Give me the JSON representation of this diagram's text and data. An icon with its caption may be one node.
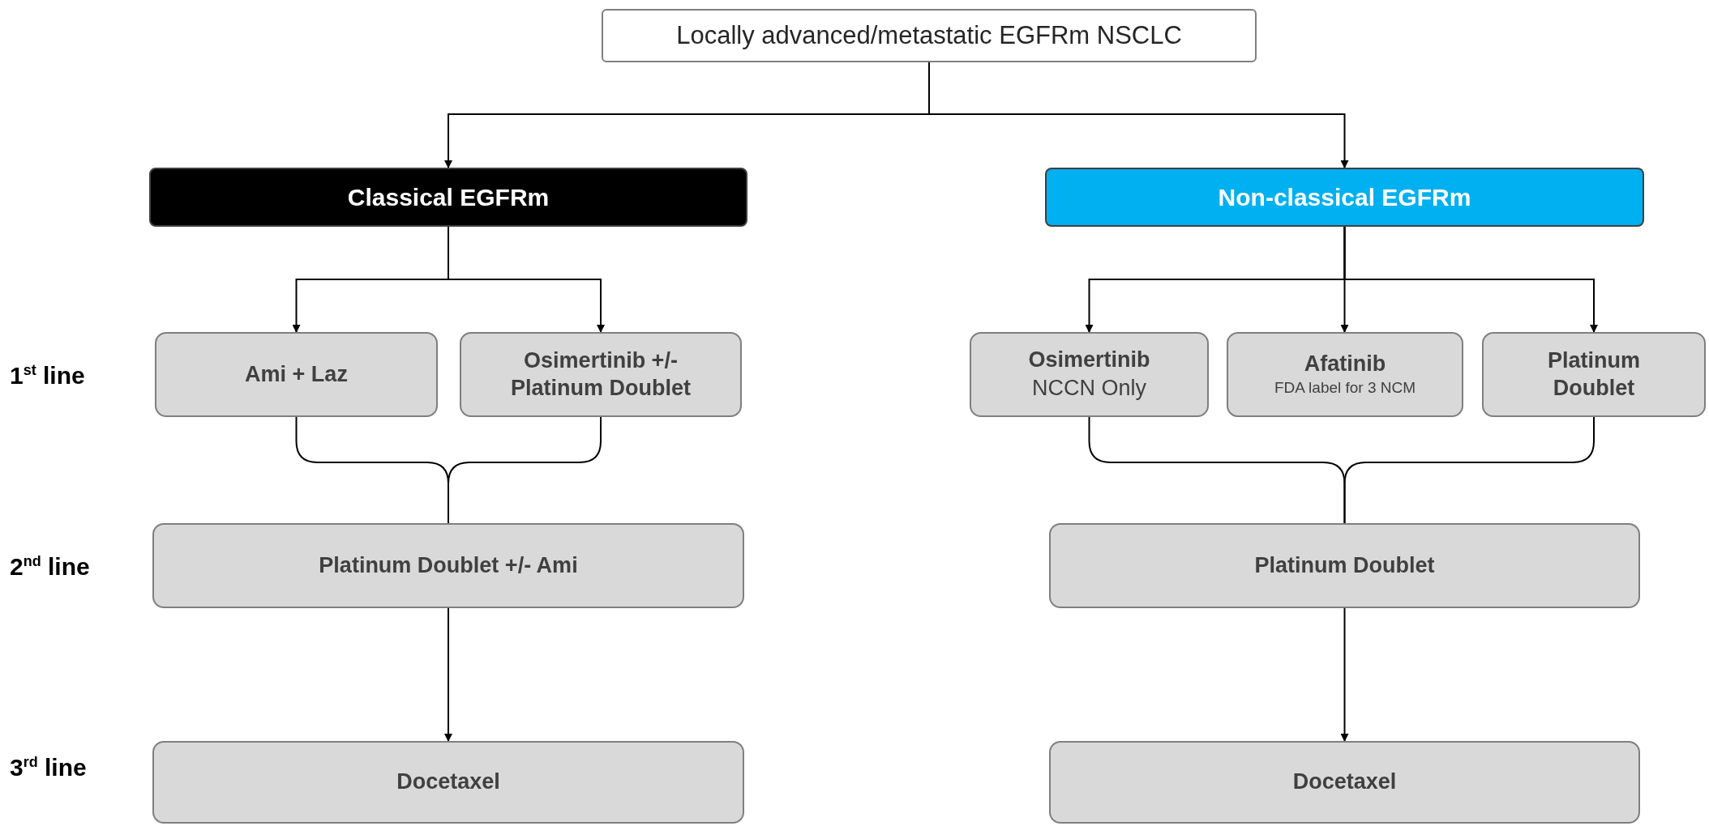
{
  "diagram": {
    "nodes": [
      {
        "text": [
          "Locally advanced/metastatic EGFRm NSCLC"
        ]
      },
      {
        "text": [
          "Classical EGFRm"
        ]
      },
      {
        "text": [
          "Non-classical EGFRm"
        ]
      },
      {
        "text": [
          "Ami + Laz"
        ]
      },
      {
        "text": [
          "Osimertinib +/- Platinum Doublet"
        ]
      },
      {
        "text": [
          "Osimertinib",
          "NCCN Only"
        ]
      },
      {
        "text": [
          "Afatinib",
          "FDA label for 3 NCM"
        ]
      },
      {
        "text": [
          "Platinum Doublet"
        ]
      },
      {
        "text": [
          "Platinum Doublet +/- Ami"
        ]
      },
      {
        "text": [
          "Platinum Doublet"
        ]
      },
      {
        "text": [
          "Docetaxel"
        ]
      },
      {
        "text": [
          "Docetaxel"
        ]
      }
    ],
    "edges": [
      {
        "from": 0,
        "to": 1,
        "arrow": "to"
      },
      {
        "from": 0,
        "to": 2,
        "arrow": "to"
      },
      {
        "from": 1,
        "to": 3,
        "arrow": "to"
      },
      {
        "from": 1,
        "to": 4,
        "arrow": "to"
      },
      {
        "from": 2,
        "to": 5,
        "arrow": "to"
      },
      {
        "from": 2,
        "to": 6,
        "arrow": "to"
      },
      {
        "from": 2,
        "to": 7,
        "arrow": "to"
      },
      {
        "from": 3,
        "to": 8,
        "arrow": "none"
      },
      {
        "from": 4,
        "to": 8,
        "arrow": "none"
      },
      {
        "from": 5,
        "to": 9,
        "arrow": "none"
      },
      {
        "from": 7,
        "to": 9,
        "arrow": "none"
      },
      {
        "from": 8,
        "to": 10,
        "arrow": "to"
      },
      {
        "from": 9,
        "to": 11,
        "arrow": "to"
      }
    ],
    "labels": [
      "1$^{st}$ line",
      "2$^{nd}$ line",
      "3$^{rd}$ line"
    ]
  }
}
